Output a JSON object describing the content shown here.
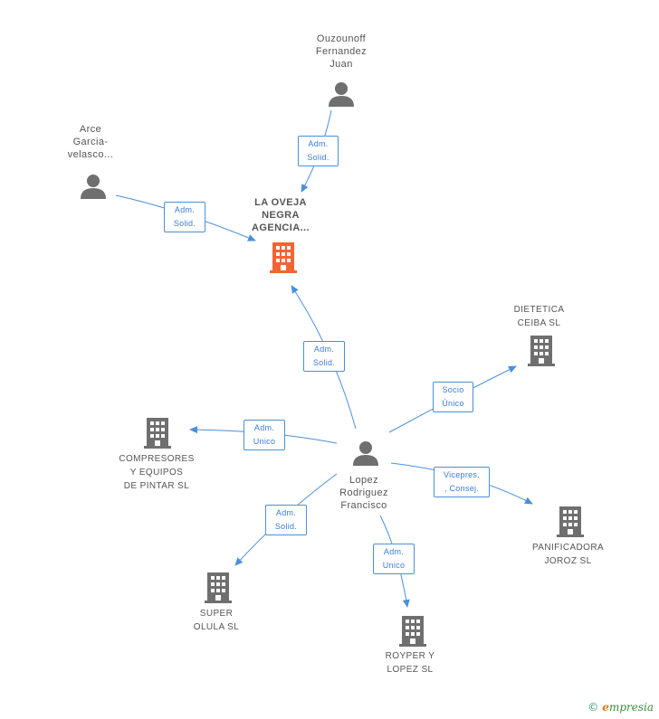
{
  "colors": {
    "edge": "#4a90d9",
    "person_icon": "#6f6f6f",
    "company_icon": "#6f6f6f",
    "center_icon": "#f26532"
  },
  "nodes": {
    "center": {
      "label": "LA OVEJA\nNEGRA\nAGENCIA...",
      "icon": "building-icon"
    },
    "ouzounoff": {
      "label": "Ouzounoff\nFernandez\nJuan",
      "icon": "person-icon"
    },
    "arce": {
      "label": "Arce\nGarcia-\nvelasco...",
      "icon": "person-icon"
    },
    "lopez": {
      "label": "Lopez\nRodriguez\nFrancisco",
      "icon": "person-icon"
    },
    "dietetica": {
      "label": "DIETETICA\nCEIBA SL",
      "icon": "building-icon"
    },
    "compresores": {
      "label": "COMPRESORES\nY EQUIPOS\nDE PINTAR SL",
      "icon": "building-icon"
    },
    "panificadora": {
      "label": "PANIFICADORA\nJOROZ SL",
      "icon": "building-icon"
    },
    "super": {
      "label": "SUPER\nOLULA SL",
      "icon": "building-icon"
    },
    "royper": {
      "label": "ROYPER Y\nLOPEZ SL",
      "icon": "building-icon"
    }
  },
  "edges": {
    "ouzounoff_center": "Adm.\nSolid.",
    "arce_center": "Adm.\nSolid.",
    "lopez_center": "Adm.\nSolid.",
    "lopez_dietetica": "Socio\nÚnico",
    "lopez_compresores": "Adm.\nUnico",
    "lopez_panificadora": "Vicepres.\n, Consej.",
    "lopez_super": "Adm.\nSolid.",
    "lopez_royper": "Adm.\nUnico"
  },
  "footer": {
    "copyright": "©",
    "brand_initial": "e",
    "brand_rest": "mpresia"
  }
}
